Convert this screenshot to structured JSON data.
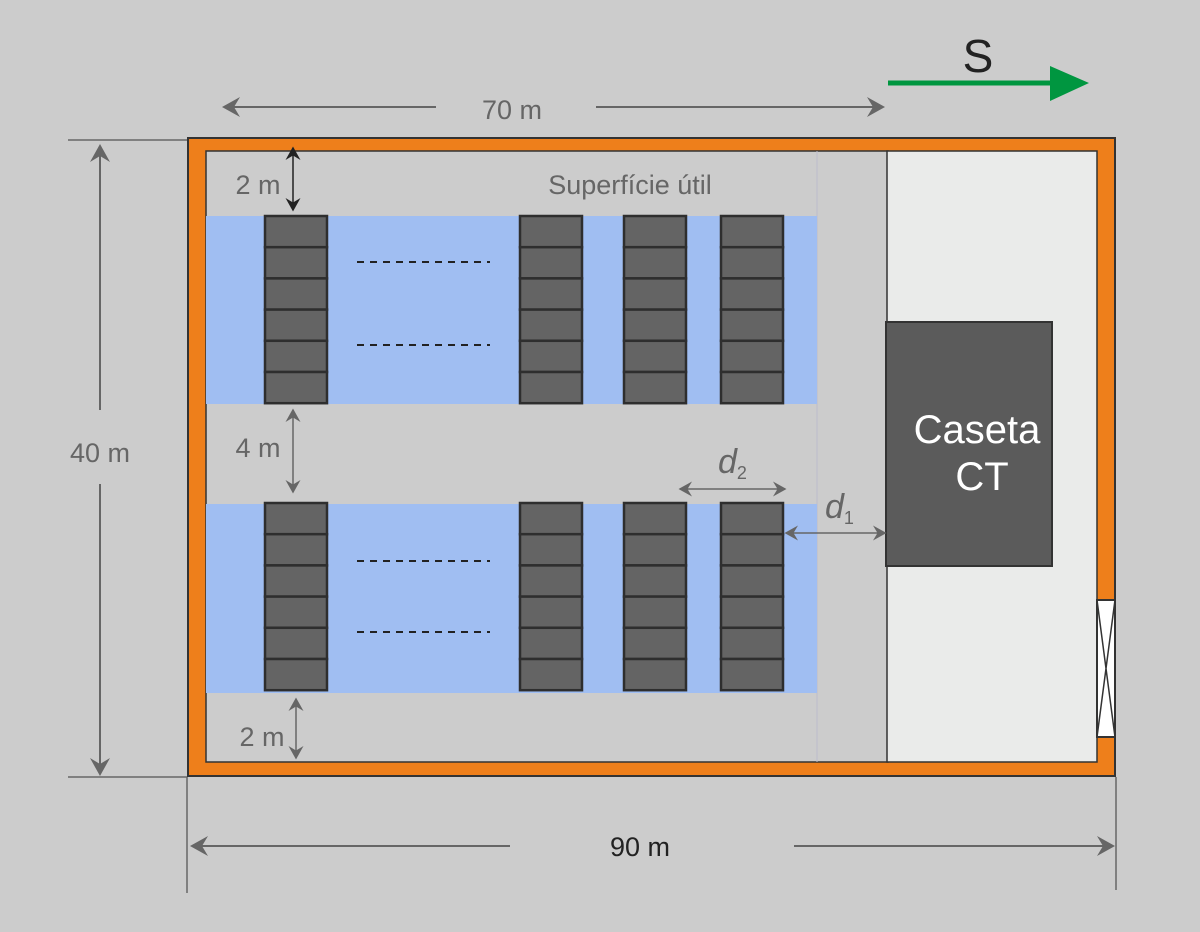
{
  "labels": {
    "north_arrow": "S",
    "width_useful": "70 m",
    "height_total": "40 m",
    "width_total": "90 m",
    "top_margin": "2 m",
    "row_gap": "4 m",
    "bottom_margin": "2 m",
    "useful_area": "Superfície útil",
    "d2": "d",
    "d2_sub": "2",
    "d1": "d",
    "d1_sub": "1",
    "ct_line1": "Caseta",
    "ct_line2": "CT"
  },
  "colors": {
    "background": "#cccccc",
    "fence": "#ee7f1b",
    "panel_band": "#a0bef2",
    "panel": "#646464",
    "ct_box": "#5b5b5b",
    "ct_area": "#eaebea",
    "arrow_south": "#009640"
  }
}
